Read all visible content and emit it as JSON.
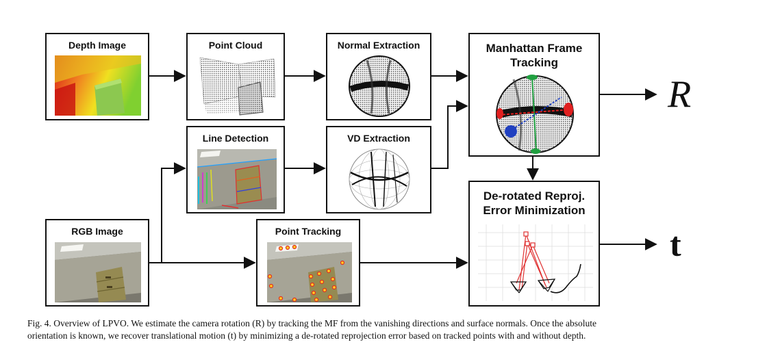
{
  "blocks": {
    "depth_image": "Depth Image",
    "point_cloud": "Point Cloud",
    "normal_extraction": "Normal Extraction",
    "manhattan_line1": "Manhattan Frame",
    "manhattan_line2": "Tracking",
    "line_detection": "Line Detection",
    "vd_extraction": "VD Extraction",
    "rgb_image": "RGB Image",
    "point_tracking": "Point Tracking",
    "derotated_line1": "De-rotated Reproj.",
    "derotated_line2": "Error Minimization"
  },
  "outputs": {
    "rotation": "R",
    "translation": "t"
  },
  "caption": {
    "line1": "Fig. 4.   Overview of LPVO. We estimate the camera rotation (R) by tracking the MF from the vanishing directions and surface normals. Once the absolute",
    "line2": "orientation is known, we recover translational motion (t) by minimizing a de-rotated reprojection error based on tracked points with and without depth."
  },
  "colors": {
    "mf_red": "#e02020",
    "mf_blue": "#2040c0",
    "mf_green": "#20a040",
    "trajectory_red": "#e03030"
  }
}
